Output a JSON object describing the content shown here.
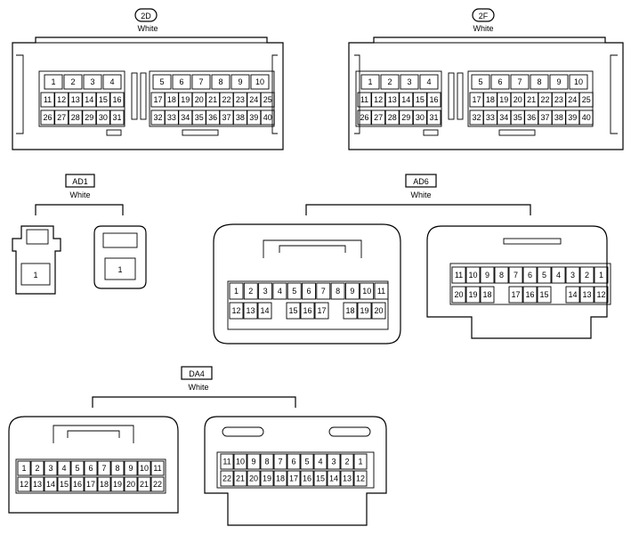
{
  "connectors": {
    "c2d": {
      "code": "2D",
      "color": "White",
      "rows": [
        [
          "1",
          "2",
          "3",
          "4",
          "",
          "5",
          "6",
          "7",
          "8",
          "9",
          "10"
        ],
        [
          "11",
          "12",
          "13",
          "14",
          "15",
          "16",
          "17",
          "18",
          "19",
          "20",
          "21",
          "22",
          "23",
          "24",
          "25"
        ],
        [
          "26",
          "27",
          "28",
          "29",
          "30",
          "31",
          "32",
          "33",
          "34",
          "35",
          "36",
          "37",
          "38",
          "39",
          "40"
        ]
      ]
    },
    "c2f": {
      "code": "2F",
      "color": "White"
    },
    "ad1": {
      "code": "AD1",
      "color": "White",
      "pin": "1"
    },
    "ad6": {
      "code": "AD6",
      "color": "White",
      "left_top": [
        "1",
        "2",
        "3",
        "4",
        "5",
        "6",
        "7",
        "8",
        "9",
        "10",
        "11"
      ],
      "left_bot": [
        "12",
        "13",
        "14",
        "15",
        "16",
        "17",
        "18",
        "19",
        "20"
      ],
      "right_top": [
        "11",
        "10",
        "9",
        "8",
        "7",
        "6",
        "5",
        "4",
        "3",
        "2",
        "1"
      ],
      "right_bot": [
        "20",
        "19",
        "18",
        "17",
        "16",
        "15",
        "14",
        "13",
        "12"
      ]
    },
    "da4": {
      "code": "DA4",
      "color": "White",
      "left_top": [
        "1",
        "2",
        "3",
        "4",
        "5",
        "6",
        "7",
        "8",
        "9",
        "10",
        "11"
      ],
      "left_bot": [
        "12",
        "13",
        "14",
        "15",
        "16",
        "17",
        "18",
        "19",
        "20",
        "21",
        "22"
      ],
      "right_top": [
        "11",
        "10",
        "9",
        "8",
        "7",
        "6",
        "5",
        "4",
        "3",
        "2",
        "1"
      ],
      "right_bot": [
        "22",
        "21",
        "20",
        "19",
        "18",
        "17",
        "16",
        "15",
        "14",
        "13",
        "12"
      ]
    }
  }
}
